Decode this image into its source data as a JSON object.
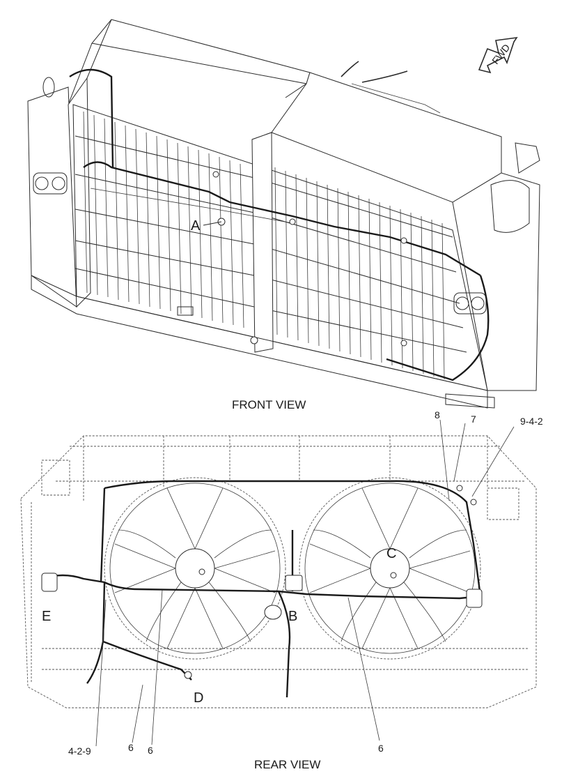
{
  "fwd_arrow": {
    "label": "FWD"
  },
  "front_view": {
    "caption": "FRONT VIEW",
    "callouts": {
      "a": "A"
    }
  },
  "rear_view": {
    "caption": "REAR VIEW",
    "callouts": {
      "b": "B",
      "c": "C",
      "d": "D",
      "e": "E"
    },
    "part_refs": {
      "ref_8": "8",
      "ref_7": "7",
      "ref_9_4_2": "9-4-2",
      "ref_4_2_9": "4-2-9",
      "ref_6_left": "6",
      "ref_6_mid": "6",
      "ref_6_right": "6"
    }
  }
}
